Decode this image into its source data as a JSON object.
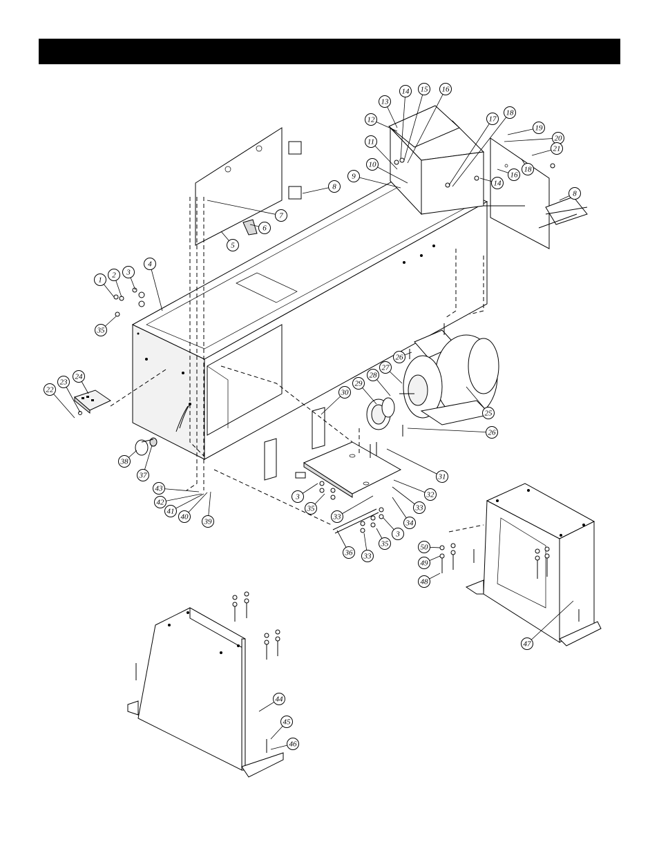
{
  "header": {
    "title": ""
  },
  "callouts": [
    {
      "id": "c1",
      "label": "1"
    },
    {
      "id": "c2",
      "label": "2"
    },
    {
      "id": "c3",
      "label": "3"
    },
    {
      "id": "c4",
      "label": "4"
    },
    {
      "id": "c5",
      "label": "5"
    },
    {
      "id": "c6",
      "label": "6"
    },
    {
      "id": "c7",
      "label": "7"
    },
    {
      "id": "c8a",
      "label": "8"
    },
    {
      "id": "c8b",
      "label": "8"
    },
    {
      "id": "c9",
      "label": "9"
    },
    {
      "id": "c10",
      "label": "10"
    },
    {
      "id": "c11",
      "label": "11"
    },
    {
      "id": "c12",
      "label": "12"
    },
    {
      "id": "c13",
      "label": "13"
    },
    {
      "id": "c14a",
      "label": "14"
    },
    {
      "id": "c14b",
      "label": "14"
    },
    {
      "id": "c15",
      "label": "15"
    },
    {
      "id": "c16a",
      "label": "16"
    },
    {
      "id": "c16b",
      "label": "16"
    },
    {
      "id": "c17",
      "label": "17"
    },
    {
      "id": "c18a",
      "label": "18"
    },
    {
      "id": "c18b",
      "label": "18"
    },
    {
      "id": "c19",
      "label": "19"
    },
    {
      "id": "c20",
      "label": "20"
    },
    {
      "id": "c21",
      "label": "21"
    },
    {
      "id": "c22",
      "label": "22"
    },
    {
      "id": "c23",
      "label": "23"
    },
    {
      "id": "c24",
      "label": "24"
    },
    {
      "id": "c25",
      "label": "25"
    },
    {
      "id": "c26a",
      "label": "26"
    },
    {
      "id": "c26b",
      "label": "26"
    },
    {
      "id": "c27",
      "label": "27"
    },
    {
      "id": "c28",
      "label": "28"
    },
    {
      "id": "c29",
      "label": "29"
    },
    {
      "id": "c30",
      "label": "30"
    },
    {
      "id": "c31",
      "label": "31"
    },
    {
      "id": "c32",
      "label": "32"
    },
    {
      "id": "c33a",
      "label": "33"
    },
    {
      "id": "c33b",
      "label": "33"
    },
    {
      "id": "c33c",
      "label": "33"
    },
    {
      "id": "c34",
      "label": "34"
    },
    {
      "id": "c35a",
      "label": "35"
    },
    {
      "id": "c35b",
      "label": "35"
    },
    {
      "id": "c35c",
      "label": "35"
    },
    {
      "id": "c36",
      "label": "36"
    },
    {
      "id": "c37",
      "label": "37"
    },
    {
      "id": "c38",
      "label": "38"
    },
    {
      "id": "c39",
      "label": "39"
    },
    {
      "id": "c40",
      "label": "40"
    },
    {
      "id": "c41",
      "label": "41"
    },
    {
      "id": "c42",
      "label": "42"
    },
    {
      "id": "c43",
      "label": "43"
    },
    {
      "id": "c3b",
      "label": "3"
    },
    {
      "id": "c3c",
      "label": "3"
    },
    {
      "id": "c44",
      "label": "44"
    },
    {
      "id": "c45",
      "label": "45"
    },
    {
      "id": "c46",
      "label": "46"
    },
    {
      "id": "c47",
      "label": "47"
    },
    {
      "id": "c48",
      "label": "48"
    },
    {
      "id": "c49",
      "label": "49"
    },
    {
      "id": "c50",
      "label": "50"
    }
  ]
}
